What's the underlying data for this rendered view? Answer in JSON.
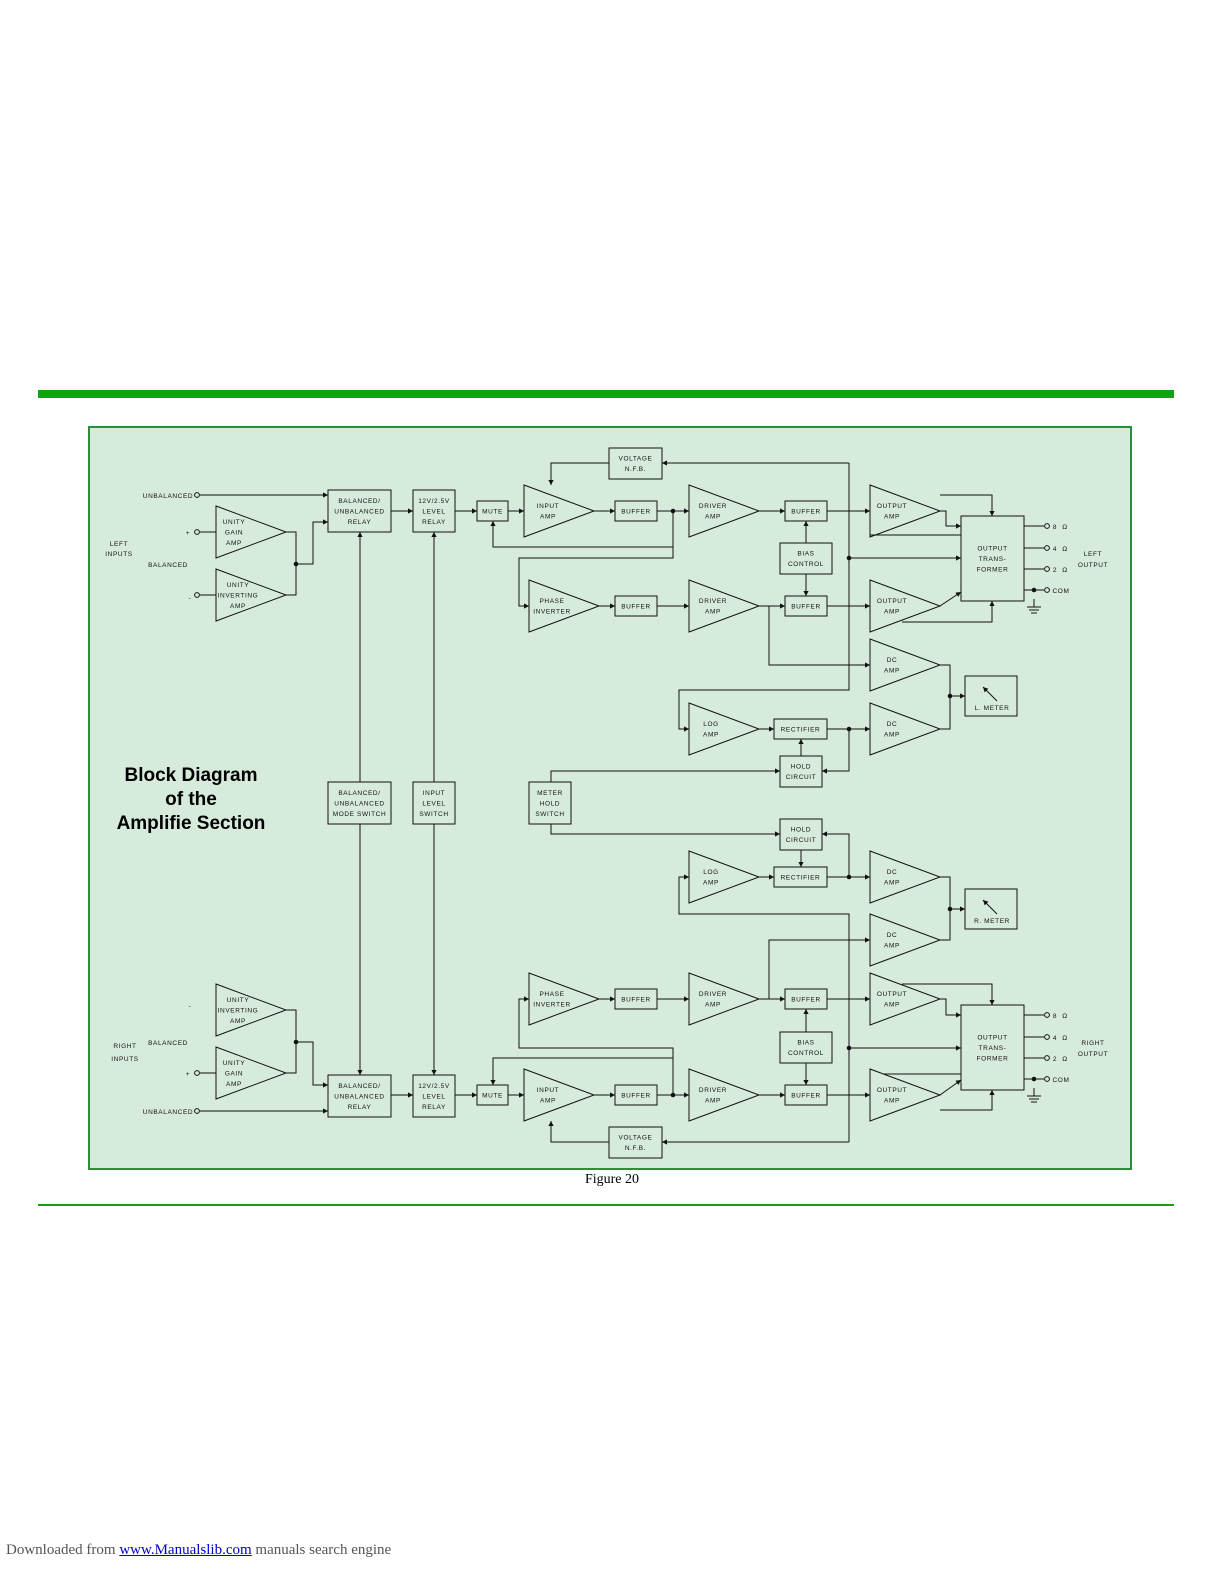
{
  "diagram": {
    "title_lines": [
      "Block Diagram",
      "of the",
      "Amplifie   Section"
    ],
    "caption": "Figure 20",
    "labels": {
      "unbalanced": "UNBALANCED",
      "balanced": "BALANCED",
      "left_inputs": [
        "LEFT",
        "INPUTS"
      ],
      "right_inputs": [
        "RIGHT",
        "INPUTS"
      ],
      "left_output": [
        "LEFT",
        "OUTPUT"
      ],
      "right_output": [
        "RIGHT",
        "OUTPUT"
      ],
      "plus": "+",
      "minus": "-",
      "tap_8": "8",
      "tap_4": "4",
      "tap_2": "2",
      "ohm": "Ω",
      "com": "COM"
    },
    "blocks": {
      "unity_gain_amp": [
        "UNITY",
        "GAIN",
        "AMP"
      ],
      "unity_inverting_amp": [
        "UNITY",
        "INVERTING",
        "AMP"
      ],
      "balanced_relay": [
        "BALANCED/",
        "UNBALANCED",
        "RELAY"
      ],
      "level_relay": [
        "12V/2.5V",
        "LEVEL",
        "RELAY"
      ],
      "mute": "MUTE",
      "input_amp": [
        "INPUT",
        "AMP"
      ],
      "buffer": "BUFFER",
      "driver_amp": [
        "DRIVER",
        "AMP"
      ],
      "output_amp": [
        "OUTPUT",
        "AMP"
      ],
      "voltage_nfb": [
        "VOLTAGE",
        "N.F.B."
      ],
      "bias_control": [
        "BIAS",
        "CONTROL"
      ],
      "phase_inverter": [
        "PHASE",
        "INVERTER"
      ],
      "output_transformer": [
        "OUTPUT",
        "TRANS-",
        "FORMER"
      ],
      "dc_amp": [
        "DC",
        "AMP"
      ],
      "log_amp": [
        "LOG",
        "AMP"
      ],
      "rectifier": "RECTIFIER",
      "hold_circuit": [
        "HOLD",
        "CIRCUIT"
      ],
      "l_meter": "L. METER",
      "r_meter": "R. METER",
      "balanced_mode_switch": [
        "BALANCED/",
        "UNBALANCED",
        "MODE SWITCH"
      ],
      "input_level_switch": [
        "INPUT",
        "LEVEL",
        "SWITCH"
      ],
      "meter_hold_switch": [
        "METER",
        "HOLD",
        "SWITCH"
      ]
    }
  },
  "footer": {
    "prefix": "Downloaded from ",
    "link": "www.Manualslib.com",
    "suffix": "  manuals search engine"
  }
}
